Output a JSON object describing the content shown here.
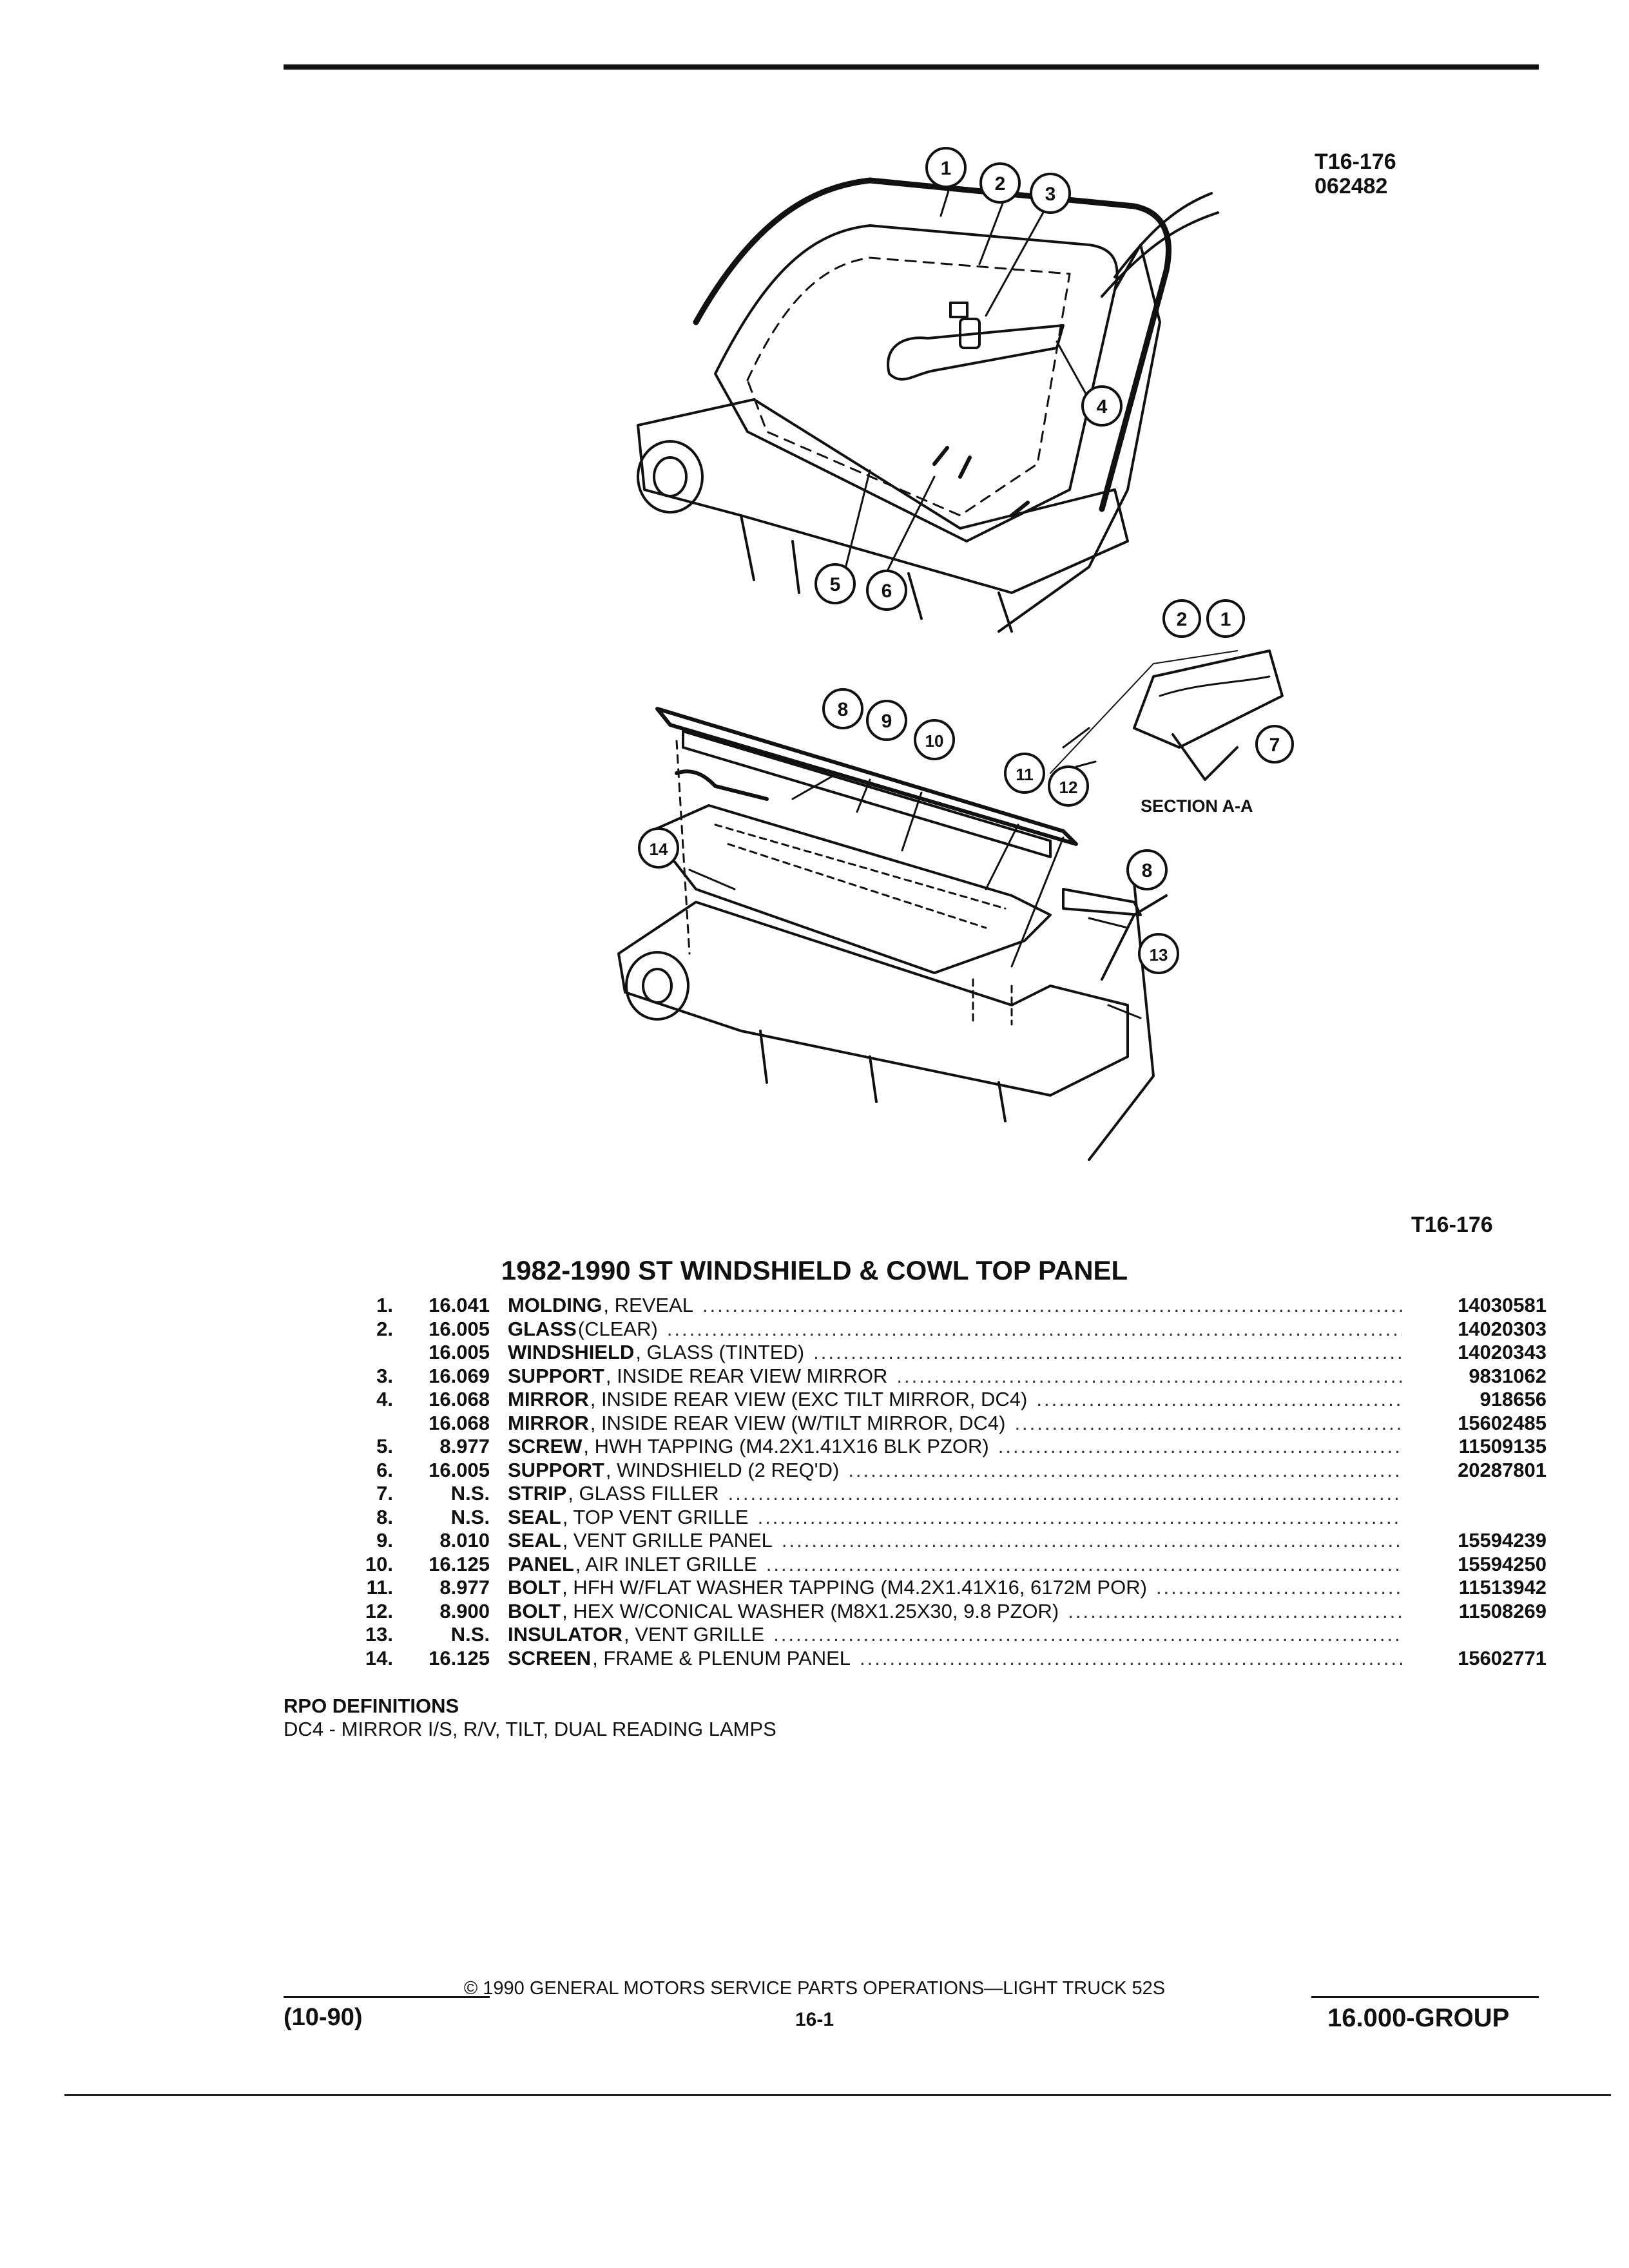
{
  "figure": {
    "code_top": "T16-176",
    "date_code": "062482",
    "code_bottom": "T16-176",
    "section_label": "SECTION A-A",
    "callouts": [
      "1",
      "2",
      "3",
      "4",
      "5",
      "6",
      "2",
      "1",
      "7",
      "8",
      "9",
      "10",
      "11",
      "12",
      "14",
      "8",
      "13"
    ]
  },
  "title": "1982-1990 ST WINDSHIELD & COWL TOP PANEL",
  "parts": [
    {
      "no": "1.",
      "group": "16.041",
      "name": "MOLDING",
      "spec": ", REVEAL",
      "pn": "14030581"
    },
    {
      "no": "2.",
      "group": "16.005",
      "name": "GLASS",
      "spec": "(CLEAR)",
      "pn": "14020303"
    },
    {
      "no": "",
      "group": "16.005",
      "name": "WINDSHIELD",
      "spec": ", GLASS (TINTED)",
      "pn": "14020343"
    },
    {
      "no": "3.",
      "group": "16.069",
      "name": "SUPPORT",
      "spec": ", INSIDE REAR VIEW MIRROR",
      "pn": "9831062"
    },
    {
      "no": "4.",
      "group": "16.068",
      "name": "MIRROR",
      "spec": ", INSIDE REAR VIEW (EXC TILT MIRROR, DC4)",
      "pn": "918656"
    },
    {
      "no": "",
      "group": "16.068",
      "name": "MIRROR",
      "spec": ", INSIDE REAR VIEW (W/TILT MIRROR, DC4)",
      "pn": "15602485"
    },
    {
      "no": "5.",
      "group": "8.977",
      "name": "SCREW",
      "spec": ", HWH TAPPING (M4.2X1.41X16 BLK PZOR)",
      "pn": "11509135"
    },
    {
      "no": "6.",
      "group": "16.005",
      "name": "SUPPORT",
      "spec": ", WINDSHIELD (2 REQ'D)",
      "pn": "20287801"
    },
    {
      "no": "7.",
      "group": "N.S.",
      "name": "STRIP",
      "spec": ", GLASS FILLER",
      "pn": ""
    },
    {
      "no": "8.",
      "group": "N.S.",
      "name": "SEAL",
      "spec": ", TOP VENT GRILLE",
      "pn": ""
    },
    {
      "no": "9.",
      "group": "8.010",
      "name": "SEAL",
      "spec": ", VENT GRILLE PANEL",
      "pn": "15594239"
    },
    {
      "no": "10.",
      "group": "16.125",
      "name": "PANEL",
      "spec": ", AIR INLET GRILLE",
      "pn": "15594250"
    },
    {
      "no": "11.",
      "group": "8.977",
      "name": "BOLT",
      "spec": ", HFH W/FLAT WASHER TAPPING (M4.2X1.41X16, 6172M POR)",
      "pn": "11513942"
    },
    {
      "no": "12.",
      "group": "8.900",
      "name": "BOLT",
      "spec": ", HEX W/CONICAL WASHER (M8X1.25X30, 9.8 PZOR)",
      "pn": "11508269"
    },
    {
      "no": "13.",
      "group": "N.S.",
      "name": "INSULATOR",
      "spec": ", VENT GRILLE",
      "pn": ""
    },
    {
      "no": "14.",
      "group": "16.125",
      "name": "SCREEN",
      "spec": ", FRAME & PLENUM PANEL",
      "pn": "15602771"
    }
  ],
  "rpo": {
    "heading": "RPO DEFINITIONS",
    "line": "DC4 - MIRROR I/S, R/V, TILT, DUAL READING LAMPS"
  },
  "footer": {
    "copyright": "© 1990 GENERAL MOTORS SERVICE PARTS OPERATIONS—LIGHT TRUCK 52S",
    "date": "(10-90)",
    "page": "16-1",
    "group": "16.000-GROUP"
  }
}
